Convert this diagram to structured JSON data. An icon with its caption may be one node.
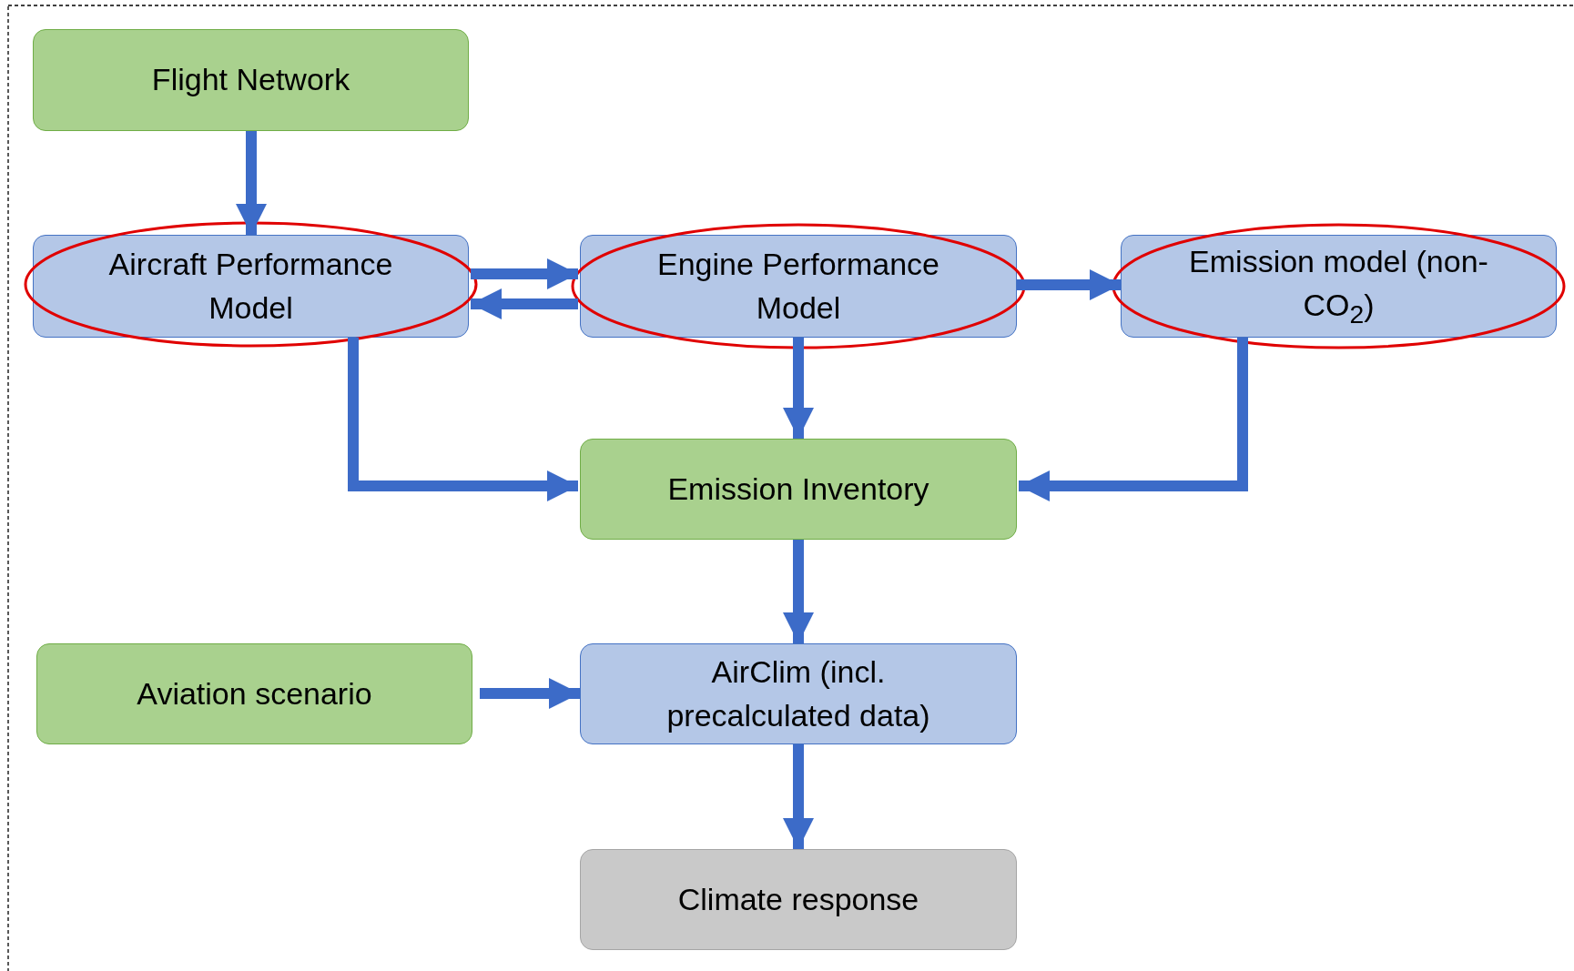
{
  "diagram": {
    "nodes": [
      {
        "text": [
          "Flight Network"
        ]
      },
      {
        "text": [
          "Aircraft Performance Model"
        ]
      },
      {
        "text": [
          "Engine Performance Model"
        ]
      },
      {
        "text": [
          "Emission model (non-CO$_{2}$)"
        ]
      },
      {
        "text": [
          "Emission Inventory"
        ]
      },
      {
        "text": [
          "Aviation scenario"
        ]
      },
      {
        "text": [
          "AirClim (incl. precalculated data)"
        ]
      },
      {
        "text": [
          "Climate response"
        ]
      }
    ],
    "edges": [
      {
        "from": 0,
        "to": 1,
        "arrow": "to"
      },
      {
        "from": 1,
        "to": 2,
        "arrow": "to"
      },
      {
        "from": 2,
        "to": 1,
        "arrow": "to"
      },
      {
        "from": 2,
        "to": 3,
        "arrow": "to"
      },
      {
        "from": 1,
        "to": 4,
        "arrow": "to"
      },
      {
        "from": 2,
        "to": 4,
        "arrow": "to"
      },
      {
        "from": 3,
        "to": 4,
        "arrow": "to"
      },
      {
        "from": 4,
        "to": 6,
        "arrow": "to"
      },
      {
        "from": 5,
        "to": 6,
        "arrow": "to"
      },
      {
        "from": 6,
        "to": 7,
        "arrow": "to"
      }
    ]
  }
}
